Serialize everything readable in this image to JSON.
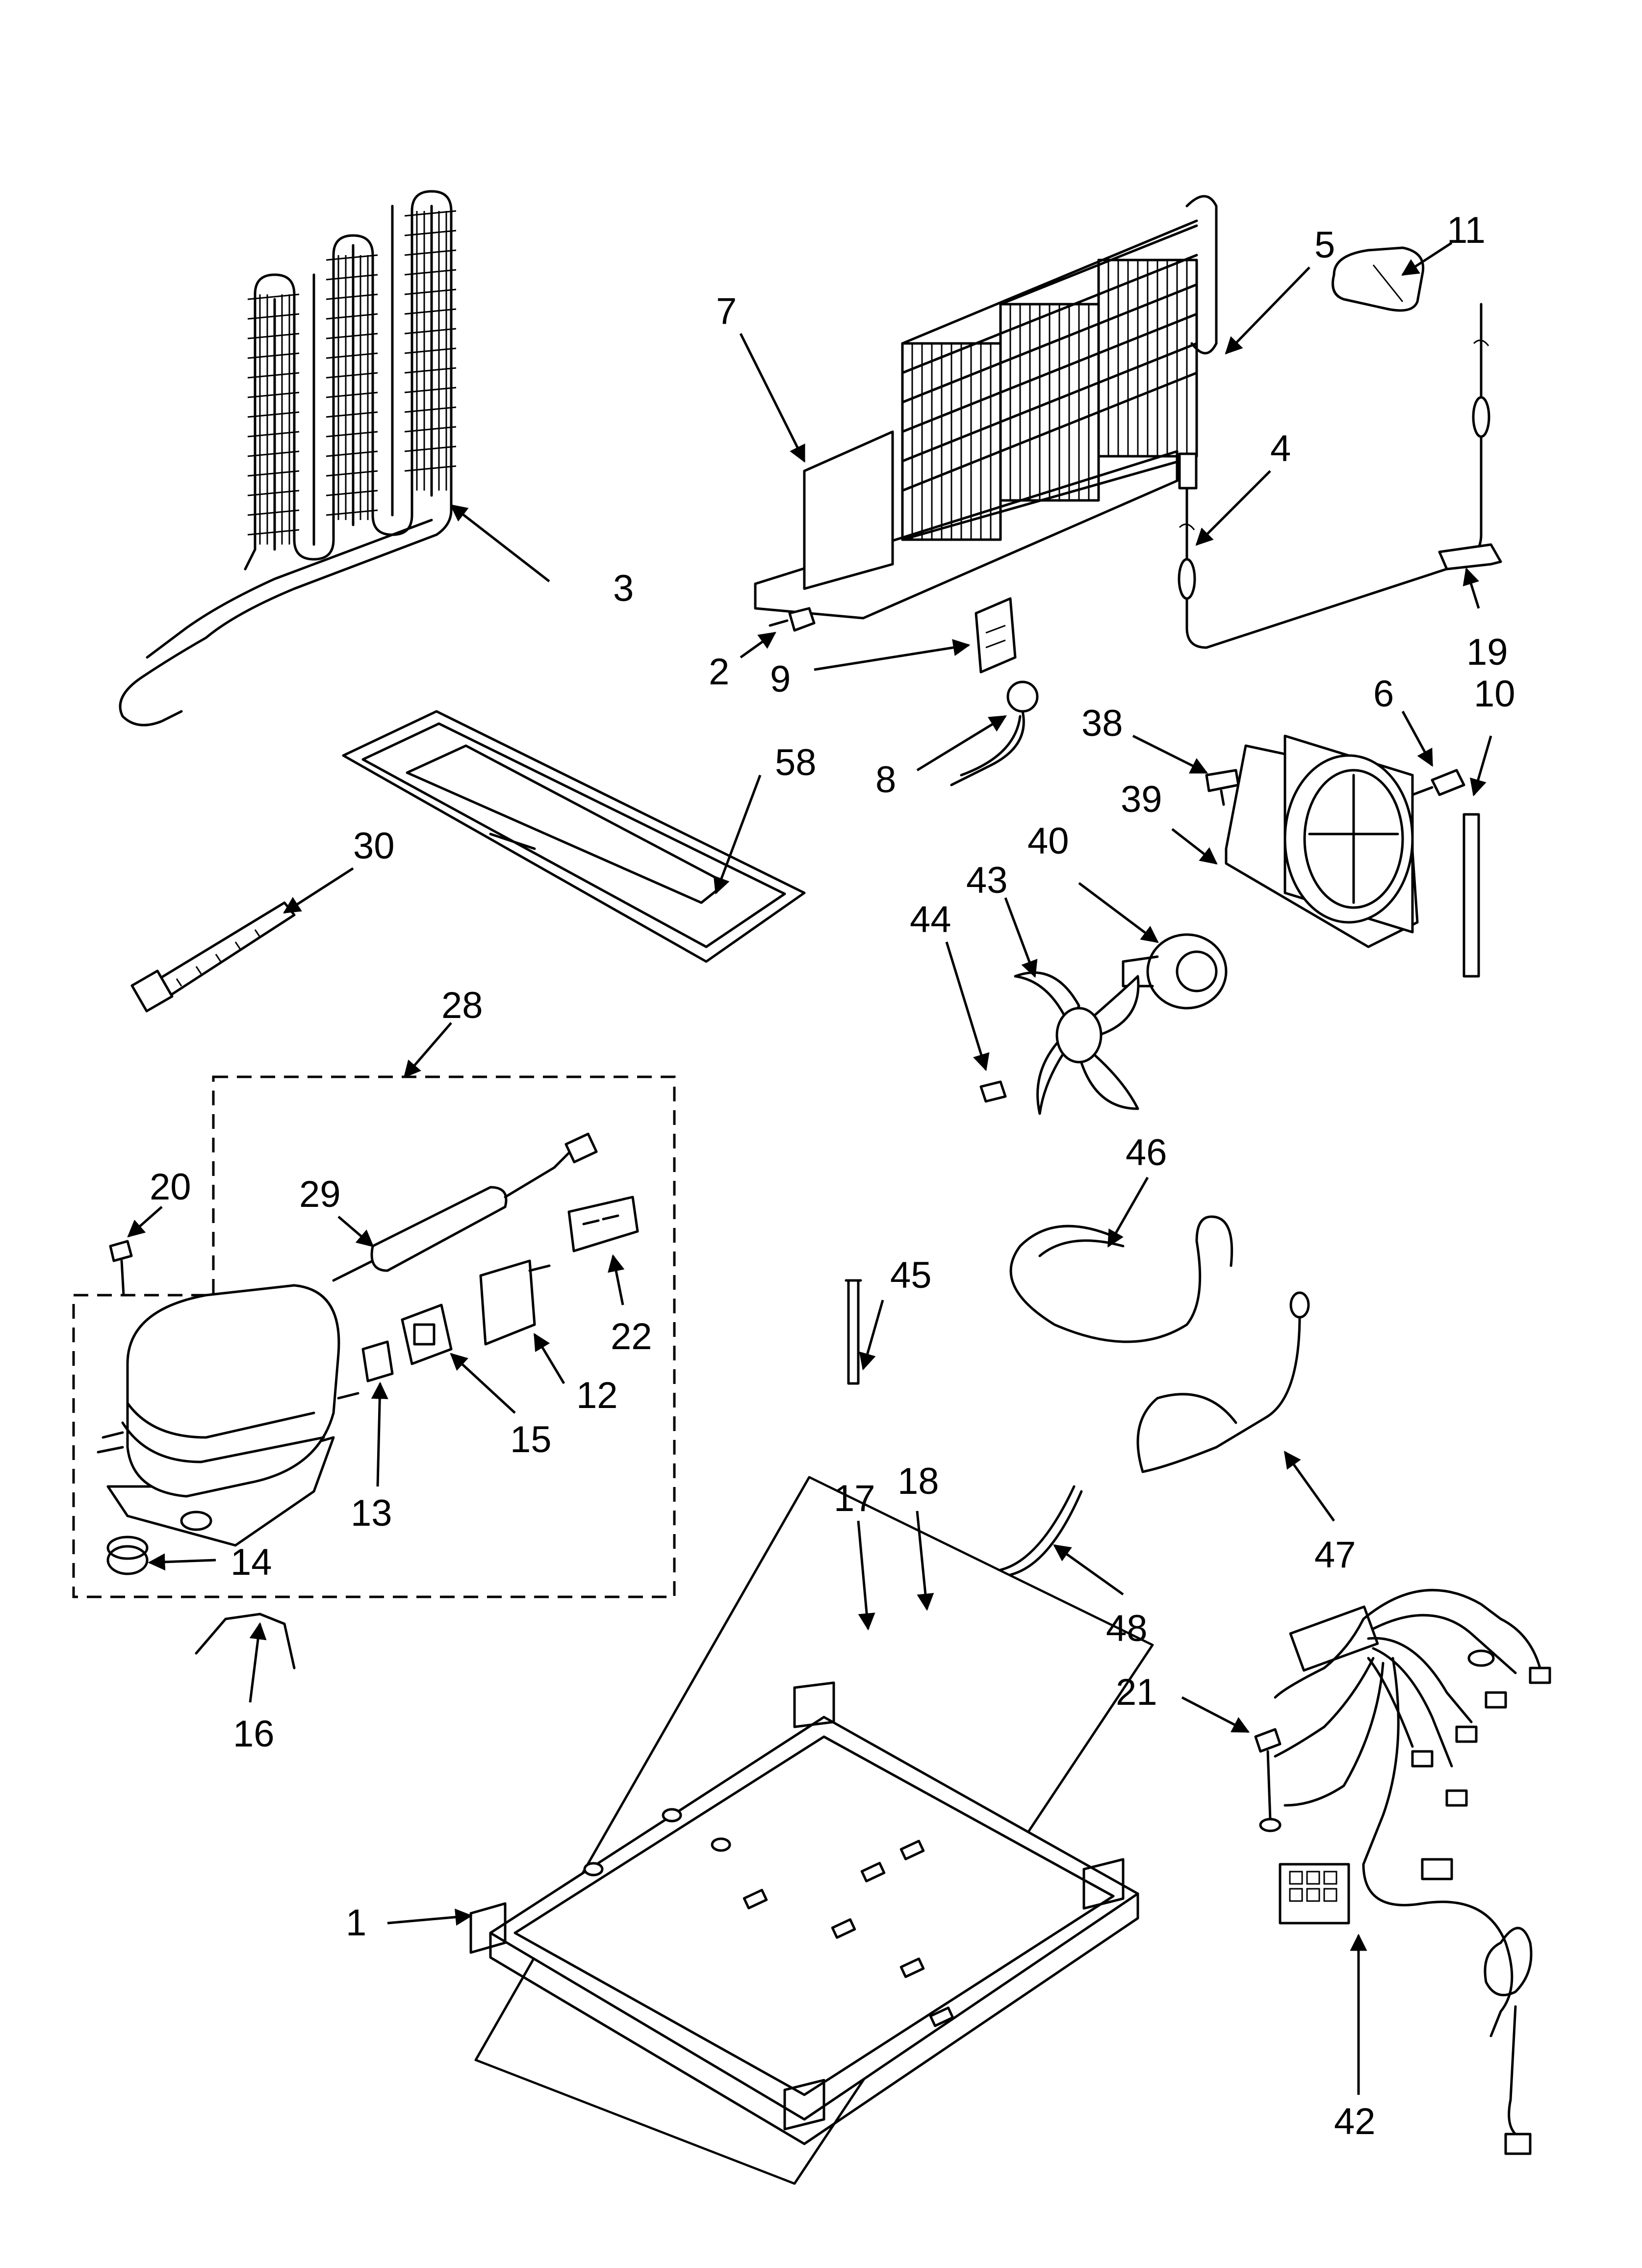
{
  "diagram": {
    "callouts": [
      {
        "id": "c1",
        "label": "1"
      },
      {
        "id": "c2",
        "label": "2"
      },
      {
        "id": "c3",
        "label": "3"
      },
      {
        "id": "c4",
        "label": "4"
      },
      {
        "id": "c5",
        "label": "5"
      },
      {
        "id": "c6",
        "label": "6"
      },
      {
        "id": "c7",
        "label": "7"
      },
      {
        "id": "c8",
        "label": "8"
      },
      {
        "id": "c9",
        "label": "9"
      },
      {
        "id": "c10",
        "label": "10"
      },
      {
        "id": "c11",
        "label": "11"
      },
      {
        "id": "c12",
        "label": "12"
      },
      {
        "id": "c13",
        "label": "13"
      },
      {
        "id": "c14",
        "label": "14"
      },
      {
        "id": "c15",
        "label": "15"
      },
      {
        "id": "c16",
        "label": "16"
      },
      {
        "id": "c17",
        "label": "17"
      },
      {
        "id": "c18",
        "label": "18"
      },
      {
        "id": "c19",
        "label": "19"
      },
      {
        "id": "c20",
        "label": "20"
      },
      {
        "id": "c21",
        "label": "21"
      },
      {
        "id": "c22",
        "label": "22"
      },
      {
        "id": "c28",
        "label": "28"
      },
      {
        "id": "c29",
        "label": "29"
      },
      {
        "id": "c30",
        "label": "30"
      },
      {
        "id": "c38",
        "label": "38"
      },
      {
        "id": "c39",
        "label": "39"
      },
      {
        "id": "c40",
        "label": "40"
      },
      {
        "id": "c42",
        "label": "42"
      },
      {
        "id": "c43",
        "label": "43"
      },
      {
        "id": "c44",
        "label": "44"
      },
      {
        "id": "c45",
        "label": "45"
      },
      {
        "id": "c46",
        "label": "46"
      },
      {
        "id": "c47",
        "label": "47"
      },
      {
        "id": "c48",
        "label": "48"
      },
      {
        "id": "c58",
        "label": "58"
      }
    ]
  }
}
